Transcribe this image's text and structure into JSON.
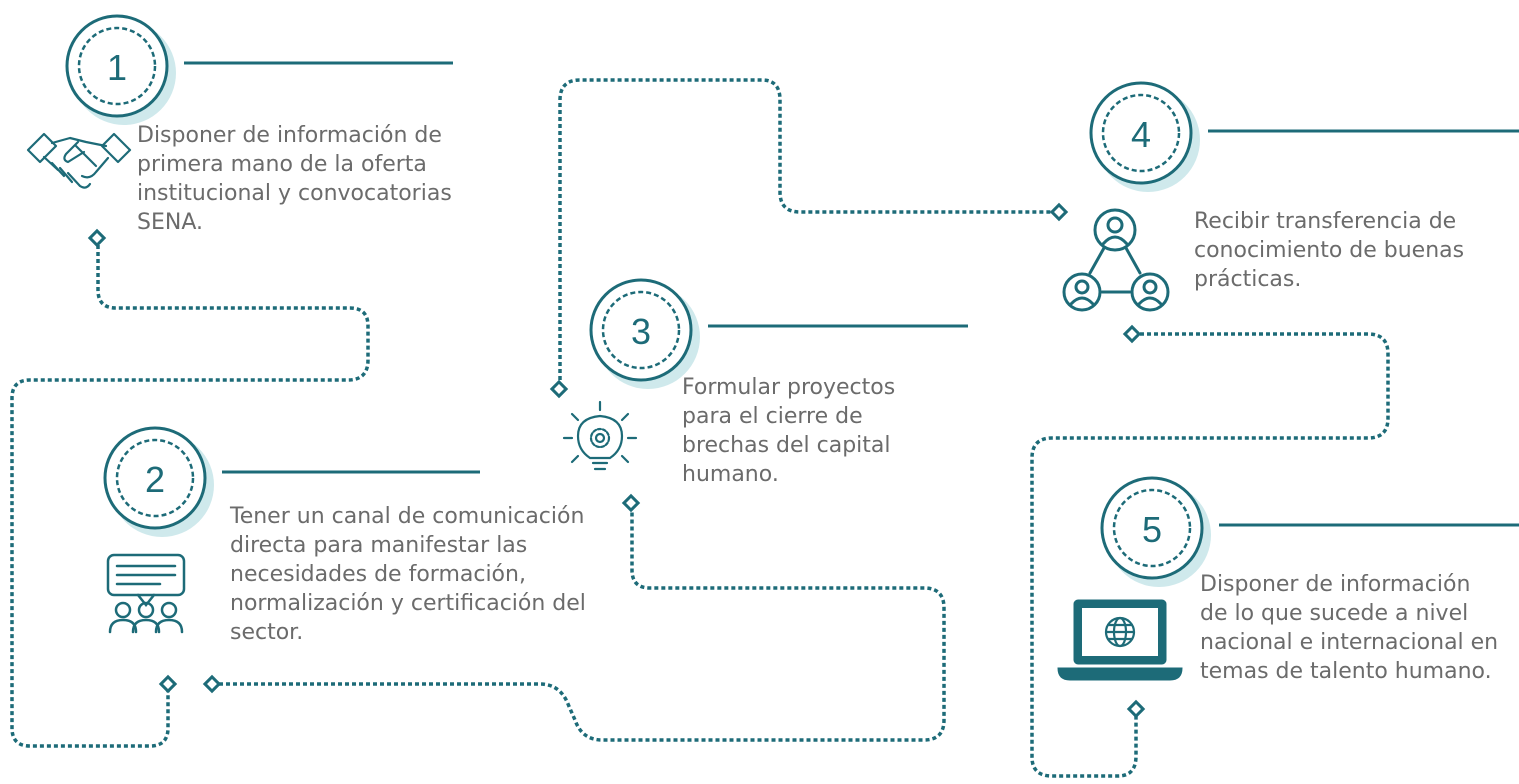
{
  "steps": [
    {
      "number": "1",
      "text": "Disponer de información de primera mano de la oferta institucional y convocatorias SENA.",
      "icon": "handshake-icon"
    },
    {
      "number": "2",
      "text": "Tener un canal de comunicación directa para manifestar las necesidades de formación, normalización y certificación del sector.",
      "icon": "presentation-group-icon"
    },
    {
      "number": "3",
      "text": "Formular proyectos para el cierre de brechas del capital humano.",
      "icon": "lightbulb-gear-icon"
    },
    {
      "number": "4",
      "text": "Recibir transferencia de conocimiento de buenas prácticas.",
      "icon": "network-users-icon"
    },
    {
      "number": "5",
      "text": "Disponer de información de lo que sucede a nivel nacional e internacional en temas de talento humano.",
      "icon": "laptop-globe-icon"
    }
  ],
  "colors": {
    "primary": "#1d6b78",
    "badge_shadow": "#cfe9ec",
    "text": "#6b6b6b"
  }
}
